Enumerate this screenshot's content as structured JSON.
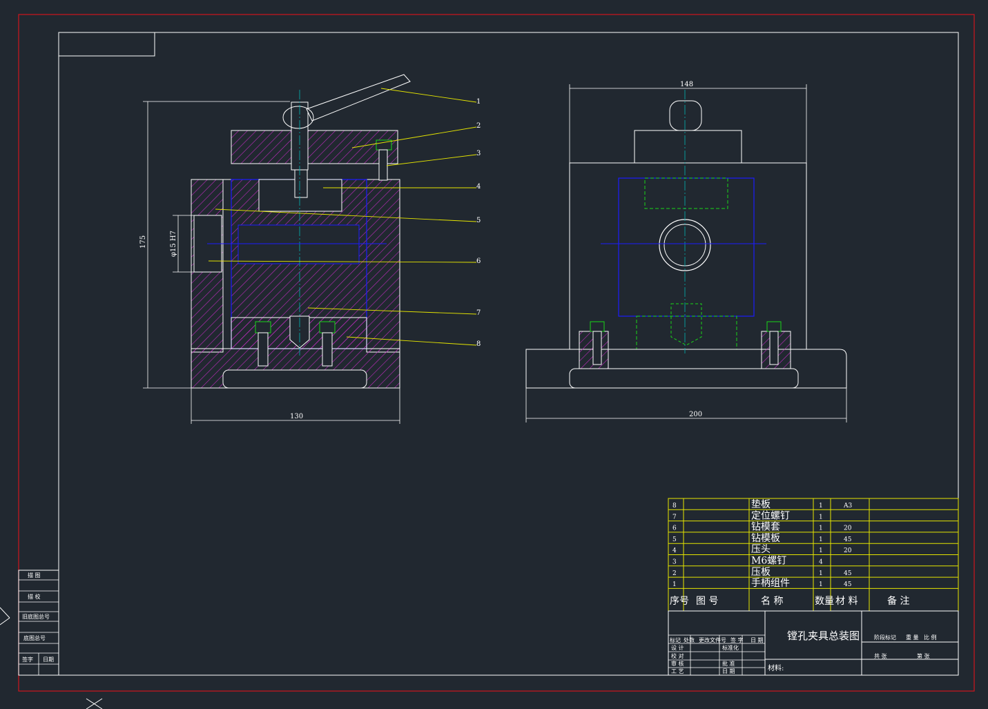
{
  "dimensions": {
    "left_height": "175",
    "left_bore": "φ15 H7",
    "left_width": "130",
    "right_top_width": "148",
    "right_base_width": "200"
  },
  "balloons": [
    "1",
    "2",
    "3",
    "4",
    "5",
    "6",
    "7",
    "8"
  ],
  "parts_table": {
    "rows": [
      {
        "no": "8",
        "name": "垫板",
        "qty": "1",
        "material": "A3"
      },
      {
        "no": "7",
        "name": "定位螺钉",
        "qty": "1",
        "material": ""
      },
      {
        "no": "6",
        "name": "钻模套",
        "qty": "1",
        "material": "20"
      },
      {
        "no": "5",
        "name": "钻模板",
        "qty": "1",
        "material": "45"
      },
      {
        "no": "4",
        "name": "压头",
        "qty": "1",
        "material": "20"
      },
      {
        "no": "3",
        "name": "M6螺钉",
        "qty": "4",
        "material": ""
      },
      {
        "no": "2",
        "name": "压板",
        "qty": "1",
        "material": "45"
      },
      {
        "no": "1",
        "name": "手柄组件",
        "qty": "1",
        "material": "45"
      }
    ],
    "header": {
      "no": "序号",
      "drawing_no": "图 号",
      "name": "名 称",
      "qty": "数量",
      "material": "材 料",
      "remark": "备 注"
    }
  },
  "title_block": {
    "title": "镗孔夹具总装图",
    "material_label": "材料:",
    "rev_labels": [
      "标记",
      "处数",
      "更改文件号",
      "签 字",
      "日 期"
    ],
    "design_label": "设 计",
    "std_label": "标准化",
    "check_label": "校 对",
    "review_label": "审 核",
    "approve_label": "批 准",
    "process_label": "工 艺",
    "date_label": "日 期",
    "stage_labels": [
      "阶段标记",
      "重 量",
      "比 例"
    ],
    "sheet_labels": [
      "共 张",
      "第 张"
    ]
  },
  "side_block": {
    "labels": [
      "描 图",
      "描 校",
      "旧底图总号",
      "底图总号",
      "签字",
      "日期"
    ]
  },
  "colors": {
    "background": "#212830",
    "frame_red": "#d0151c",
    "line_white": "#ffffff",
    "hatch_magenta": "#c02cc0",
    "blue": "#1b1bff",
    "green": "#19d619",
    "yellow": "#e6e600",
    "cyan": "#00b4b4"
  }
}
